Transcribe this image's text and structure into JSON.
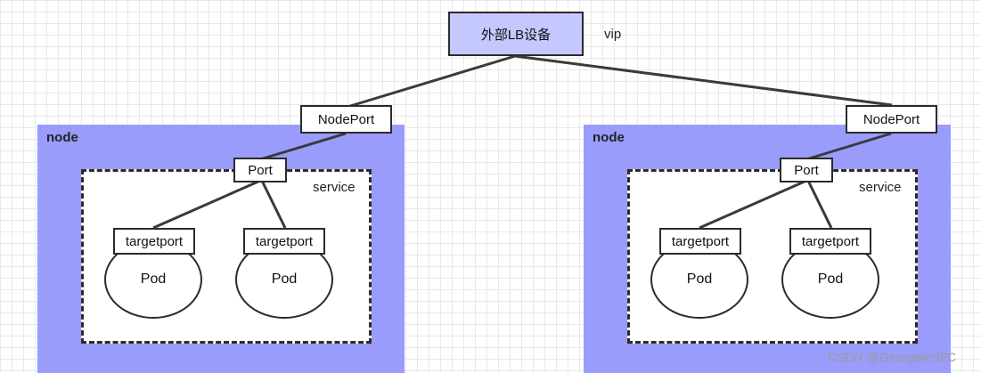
{
  "diagram": {
    "lb": {
      "label": "外部LB设备",
      "vip_label": "vip"
    },
    "nodes": [
      {
        "node_label": "node",
        "nodeport_label": "NodePort",
        "service_label": "service",
        "port_label": "Port",
        "targetports": [
          "targetport",
          "targetport"
        ],
        "pods": [
          "Pod",
          "Pod"
        ]
      },
      {
        "node_label": "node",
        "nodeport_label": "NodePort",
        "service_label": "service",
        "port_label": "Port",
        "targetports": [
          "targetport",
          "targetport"
        ],
        "pods": [
          "Pod",
          "Pod"
        ]
      }
    ],
    "watermark": "CSDN @Georgelin98C"
  },
  "colors": {
    "node_fill": "#9a9cfc",
    "lb_fill": "#c5c7ff",
    "stroke": "#2b2b2b"
  }
}
